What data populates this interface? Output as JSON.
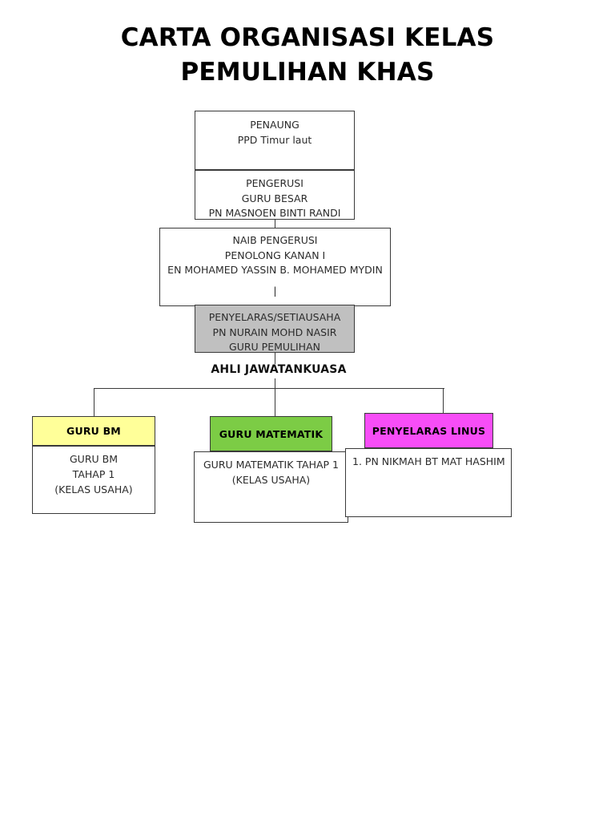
{
  "title": {
    "line1": "CARTA ORGANISASI KELAS",
    "line2": "PEMULIHAN KHAS"
  },
  "nodes": {
    "penaung": {
      "line1": "PENAUNG",
      "line2": "PPD Timur laut"
    },
    "pengerusi": {
      "line1": "PENGERUSI",
      "line2": "GURU BESAR",
      "line3": "PN MASNOEN BINTI RANDI"
    },
    "naib_pengerusi": {
      "line1": "NAIB PENGERUSI",
      "line2": "PENOLONG KANAN I",
      "line3": "EN MOHAMED YASSIN B. MOHAMED MYDIN",
      "line4": "|"
    },
    "penyelaras": {
      "line1": "PENYELARAS/SETIAUSAHA",
      "line2": "PN NURAIN MOHD NASIR",
      "line3": "GURU PEMULIHAN"
    }
  },
  "committee_label": "AHLI JAWATANKUASA",
  "committee": [
    {
      "header": "GURU BM",
      "header_color": "#ffff99",
      "body_line1": "GURU BM",
      "body_line2": "TAHAP 1",
      "body_line3": "(KELAS USAHA)"
    },
    {
      "header": "GURU MATEMATIK",
      "header_color": "#7ccc45",
      "body_line1": "GURU MATEMATIK TAHAP 1",
      "body_line2": "(KELAS USAHA)",
      "body_line3": ""
    },
    {
      "header": "PENYELARAS LINUS",
      "header_color": "#f74df7",
      "body_line1": "1. PN NIKMAH BT MAT HASHIM",
      "body_line2": "",
      "body_line3": ""
    }
  ],
  "colors": {
    "border": "#3a3a3a",
    "grey_node": "#c0c0c0",
    "background": "#ffffff",
    "text": "#2b2b2b"
  }
}
